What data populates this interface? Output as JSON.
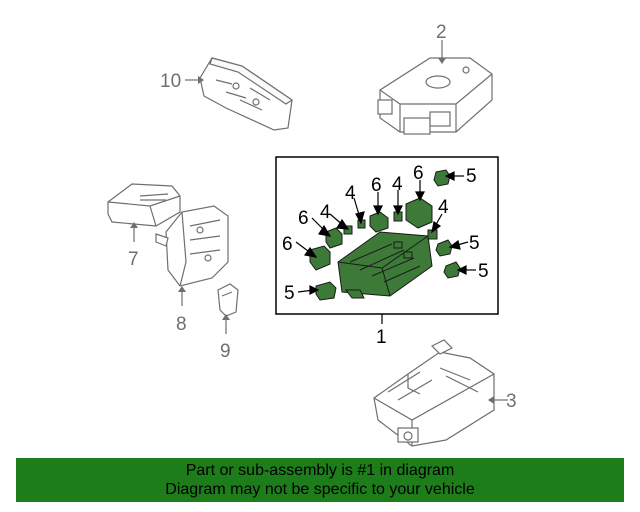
{
  "callouts": {
    "c1": "1",
    "c2": "2",
    "c3": "3",
    "c4a": "4",
    "c4b": "4",
    "c4c": "4",
    "c4d": "4",
    "c5a": "5",
    "c5b": "5",
    "c5c": "5",
    "c5d": "5",
    "c6a": "6",
    "c6b": "6",
    "c6c": "6",
    "c6d": "6",
    "c7": "7",
    "c8": "8",
    "c9": "9",
    "c10": "10"
  },
  "banner": {
    "line1": "Part or sub-assembly is #1 in diagram",
    "line2": "Diagram may not be specific to your vehicle"
  },
  "colors": {
    "highlight_part": "#3d7a38",
    "banner_bg": "#1e7d1b",
    "line_grey": "#6f6f6f"
  }
}
